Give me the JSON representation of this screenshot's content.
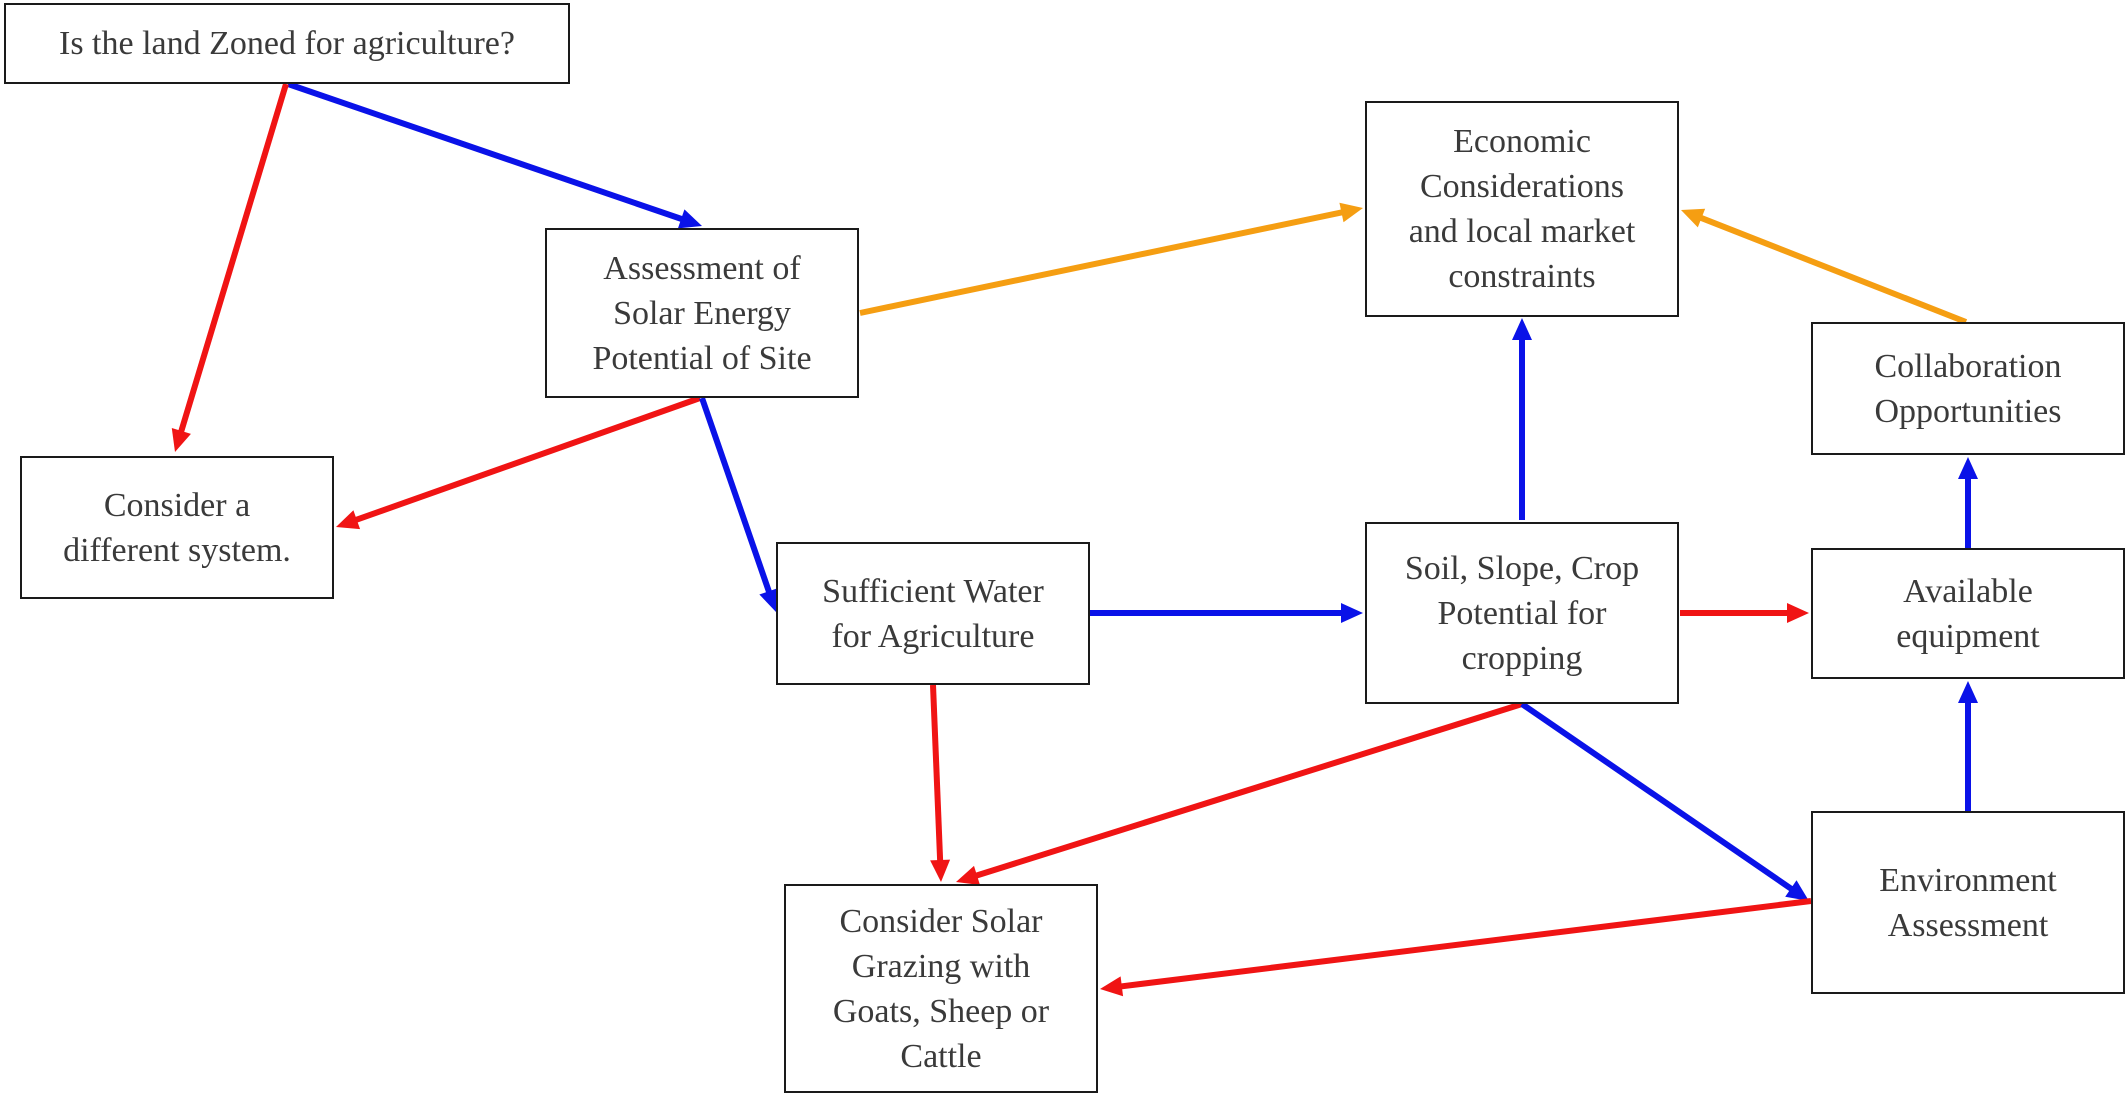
{
  "colors": {
    "yes": "#0a12e8",
    "no": "#f01414",
    "economic": "#f59e12",
    "box_border": "#1a1a1a",
    "text": "#3a3a3a"
  },
  "nodes": {
    "zoned": "Is the land Zoned for agriculture?",
    "solar": "Assessment of\nSolar Energy\nPotential of Site",
    "different": "Consider a\ndifferent system.",
    "economic": "Economic\nConsiderations\nand local market\nconstraints",
    "water": "Sufficient Water\nfor Agriculture",
    "soil": "Soil, Slope, Crop\nPotential for\ncropping",
    "collab": "Collaboration\nOpportunities",
    "equipment": "Available\nequipment",
    "grazing": "Consider Solar\nGrazing with\nGoats, Sheep or\nCattle",
    "environment": "Environment\nAssessment"
  },
  "edges": [
    {
      "id": "zoned-to-solar",
      "from": "zoned",
      "to": "solar",
      "color": "yes"
    },
    {
      "id": "zoned-to-different",
      "from": "zoned",
      "to": "different",
      "color": "no"
    },
    {
      "id": "solar-to-economic",
      "from": "solar",
      "to": "economic",
      "color": "economic"
    },
    {
      "id": "solar-to-different",
      "from": "solar",
      "to": "different",
      "color": "no"
    },
    {
      "id": "solar-to-water",
      "from": "solar",
      "to": "water",
      "color": "yes"
    },
    {
      "id": "water-to-soil",
      "from": "water",
      "to": "soil",
      "color": "yes"
    },
    {
      "id": "water-to-grazing",
      "from": "water",
      "to": "grazing",
      "color": "no"
    },
    {
      "id": "soil-to-economic",
      "from": "soil",
      "to": "economic",
      "color": "yes"
    },
    {
      "id": "soil-to-equipment",
      "from": "soil",
      "to": "equipment",
      "color": "no"
    },
    {
      "id": "soil-to-grazing",
      "from": "soil",
      "to": "grazing",
      "color": "no"
    },
    {
      "id": "soil-to-environment",
      "from": "soil",
      "to": "environment",
      "color": "yes"
    },
    {
      "id": "collab-to-economic",
      "from": "collab",
      "to": "economic",
      "color": "economic"
    },
    {
      "id": "equipment-to-collab",
      "from": "equipment",
      "to": "collab",
      "color": "yes"
    },
    {
      "id": "environment-to-equipment",
      "from": "environment",
      "to": "equipment",
      "color": "yes"
    },
    {
      "id": "environment-to-grazing",
      "from": "environment",
      "to": "grazing",
      "color": "no"
    }
  ]
}
